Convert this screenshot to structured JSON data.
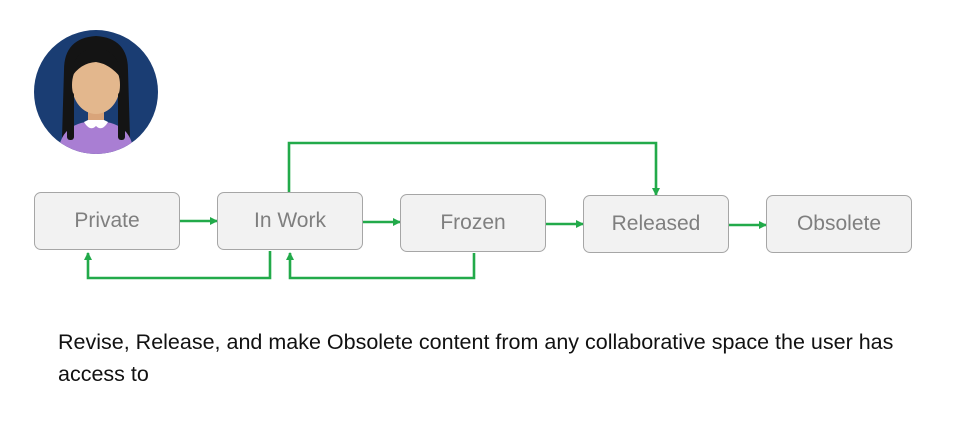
{
  "diagram": {
    "states": [
      "Private",
      "In Work",
      "Frozen",
      "Released",
      "Obsolete"
    ],
    "colors": {
      "arrow": "#22aa4a",
      "box_fill": "#f2f2f2",
      "box_border": "#a6a6a6",
      "box_text": "#7f7f7f",
      "avatar_background": "#1a3d73",
      "avatar_hair": "#141414",
      "avatar_skin": "#e3b78d",
      "avatar_top": "#a97ed3"
    },
    "avatar_icon": "user-avatar-icon"
  },
  "caption": "Revise, Release, and make Obsolete content from any collaborative space the user has access to"
}
